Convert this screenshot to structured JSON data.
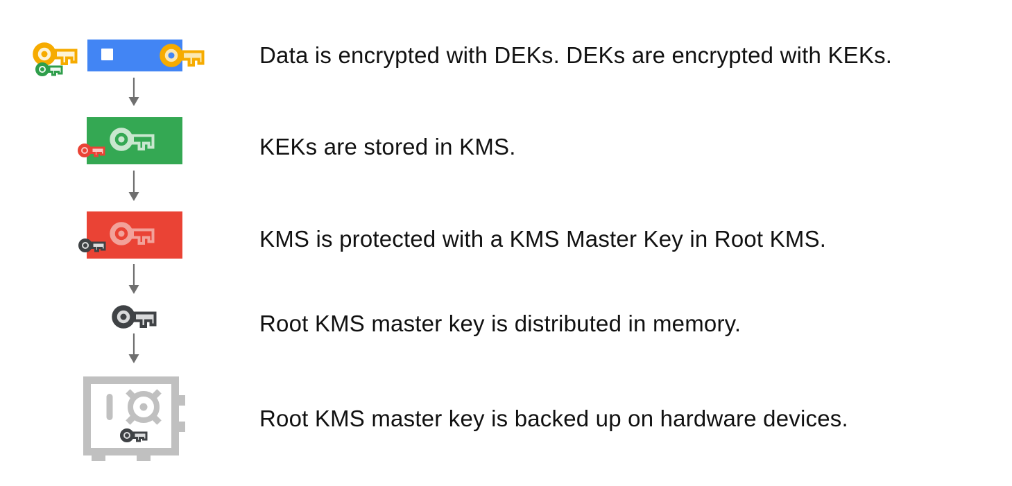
{
  "diagram": {
    "type": "vertical-flow",
    "direction": "top-down",
    "steps": [
      {
        "icon": "dek-key-with-data-block-and-kek-key",
        "text": "Data is encrypted with DEKs. DEKs are encrypted with KEKs."
      },
      {
        "icon": "kek-key-in-kms-box-with-dek-key",
        "text": "KEKs are stored in KMS."
      },
      {
        "icon": "kms-master-key-box-with-kek-key",
        "text": "KMS is protected with a KMS Master Key in Root KMS."
      },
      {
        "icon": "root-kms-master-key",
        "text": "Root KMS master key is distributed in memory."
      },
      {
        "icon": "hardware-safe-with-key",
        "text": "Root KMS master key is backed up on hardware devices."
      }
    ],
    "colors": {
      "data_box_blue": "#4285F4",
      "kms_box_green": "#34A853",
      "root_kms_box_red": "#EA4335",
      "key_yellow": "#F6AB00",
      "key_green": "#2F9E4B",
      "key_red": "#E94335",
      "key_dark_gray": "#3F4245",
      "safe_gray": "#C0C0C0",
      "arrow_gray": "#6F6F6F",
      "text": "#111111"
    }
  }
}
